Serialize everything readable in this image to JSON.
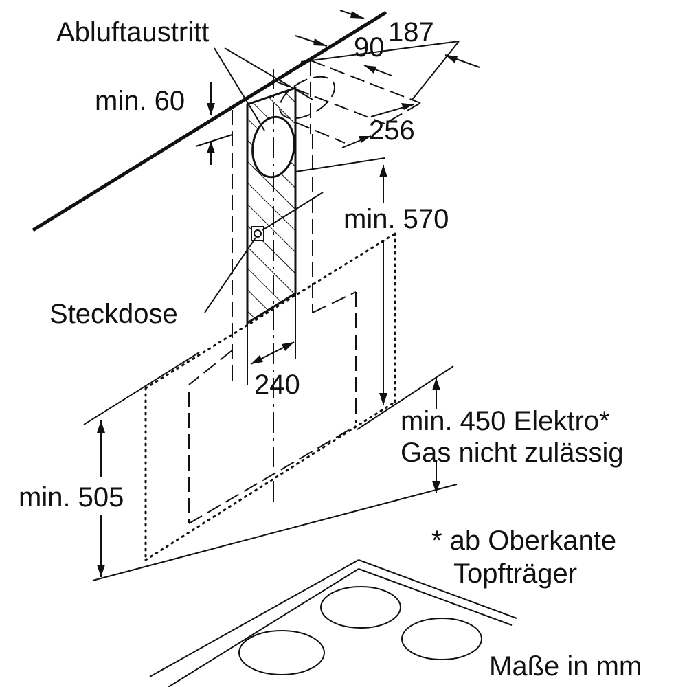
{
  "labels": {
    "abluftaustritt": "Abluftaustritt",
    "dim_187": "187",
    "dim_90": "90",
    "min_60": "min. 60",
    "dim_256": "256",
    "min_570": "min. 570",
    "steckdose": "Steckdose",
    "dim_240": "240",
    "min_450": "min. 450 Elektro*",
    "gas": "Gas nicht zulässig",
    "min_505": "min. 505",
    "note_line1": "* ab Oberkante",
    "note_line2": "Topfträger",
    "units": "Maße in mm"
  }
}
